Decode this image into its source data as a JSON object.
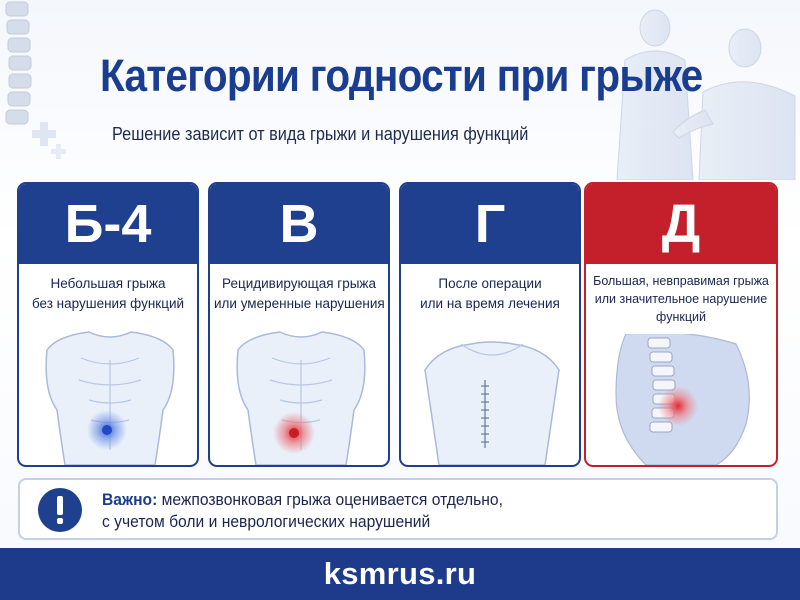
{
  "header": {
    "title": "Категории годности при грыже",
    "subtitle": "Решение зависит от вида грыжи и нарушения функций"
  },
  "cards": [
    {
      "category": "Б-4",
      "lines": [
        "Небольшая грыжа",
        "без нарушения функций"
      ],
      "accent": "#1f3f8f"
    },
    {
      "category": "В",
      "lines": [
        "Рецидивирующая грыжа",
        "или умеренные нарушения"
      ],
      "accent": "#1f3f8f"
    },
    {
      "category": "Г",
      "lines": [
        "После операции",
        "или на время лечения"
      ],
      "accent": "#1f3f8f"
    },
    {
      "category": "Д",
      "lines": [
        "Большая, невправимая грыжа",
        "или значительное нарушение",
        "функций"
      ],
      "accent": "#c3202b"
    }
  ],
  "note": {
    "label": "Важно:",
    "line1": "межпозвонковая грыжа оценивается отдельно,",
    "line2": "с учетом боли и неврологических нарушений"
  },
  "footer": {
    "site": "ksmrus.ru"
  },
  "icons": {
    "note": "exclamation-circle-icon",
    "decor": [
      "spine-icon",
      "medical-cross-icon",
      "doctor-illustration"
    ]
  },
  "colors": {
    "primary": "#1f3f8f",
    "danger": "#c3202b",
    "background": "#f4f7fc"
  }
}
